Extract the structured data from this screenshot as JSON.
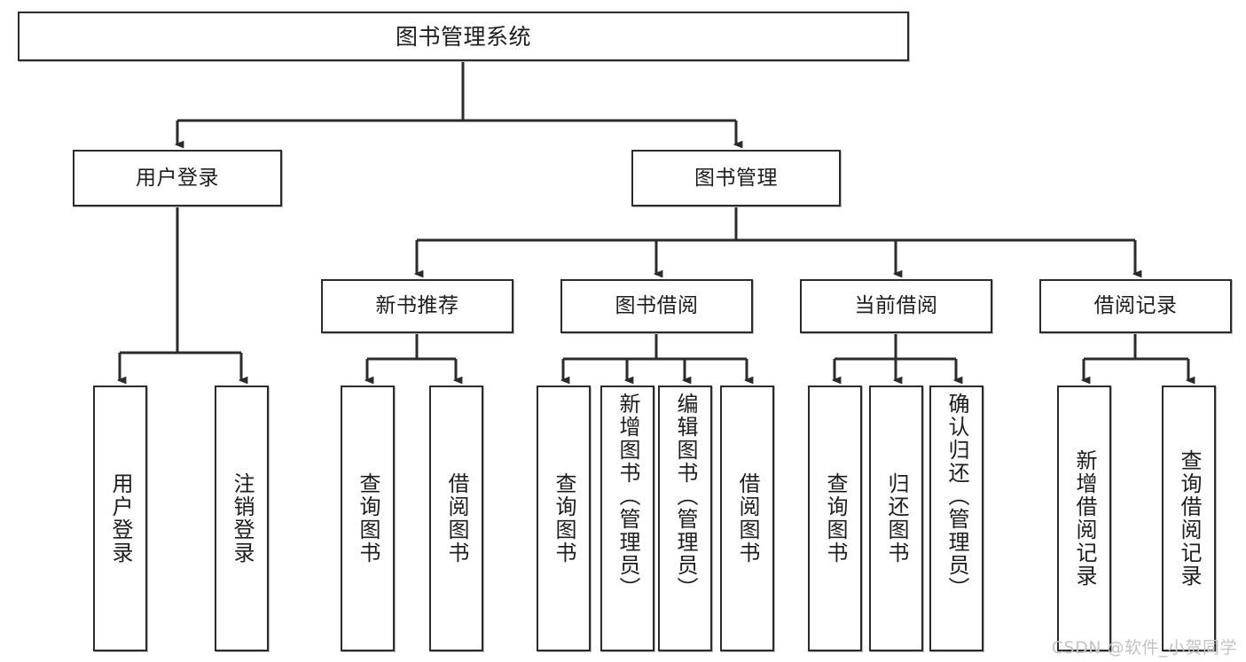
{
  "diagram": {
    "title": "图书管理系统",
    "root": {
      "label": "图书管理系统"
    },
    "level1": [
      {
        "label": "用户登录"
      },
      {
        "label": "图书管理"
      }
    ],
    "level2": [
      {
        "label": "新书推荐"
      },
      {
        "label": "图书借阅"
      },
      {
        "label": "当前借阅"
      },
      {
        "label": "借阅记录"
      }
    ],
    "leaves": {
      "user_login": [
        {
          "label": "用户登录"
        },
        {
          "label": "注销登录"
        }
      ],
      "new_book": [
        {
          "label": "查询图书"
        },
        {
          "label": "借阅图书"
        }
      ],
      "borrow_book": [
        {
          "label": "查询图书"
        },
        {
          "label": "新增图书（管理员）"
        },
        {
          "label": "编辑图书（管理员）"
        },
        {
          "label": "借阅图书"
        }
      ],
      "current_borrow": [
        {
          "label": "查询图书"
        },
        {
          "label": "归还图书"
        },
        {
          "label": "确认归还（管理员）"
        }
      ],
      "borrow_record": [
        {
          "label": "新增借阅记录"
        },
        {
          "label": "查询借阅记录"
        }
      ]
    }
  },
  "watermark": {
    "text": "CSDN @软件_小贺同学"
  },
  "colors": {
    "stroke": "#2b2b2b",
    "background": "#ffffff",
    "text": "#1d1d1d",
    "watermark": "#c3c3c3"
  }
}
